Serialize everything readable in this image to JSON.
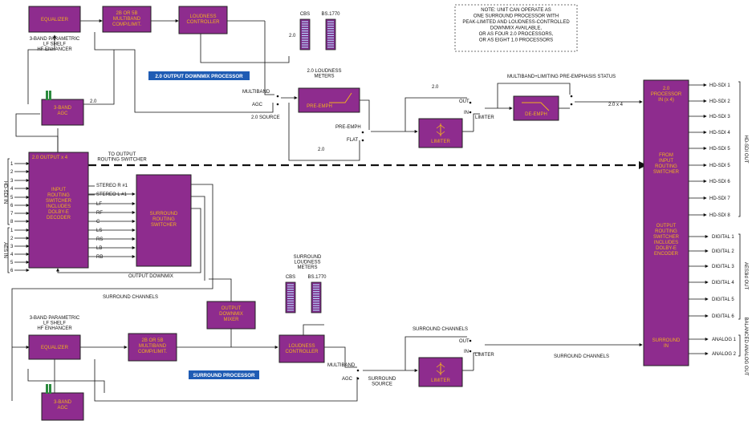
{
  "blocks": {
    "eq_top": [
      "EQUALIZER"
    ],
    "mb_top": [
      "2B OR 5B",
      "MULTIBAND",
      "COMP/LIMIT."
    ],
    "loud_top": [
      "LOUDNESS",
      "CONTROLLER"
    ],
    "agc_top": [
      "3-BAND",
      "AGC"
    ],
    "preemph": [
      "PRE-EMPH"
    ],
    "limiter_top": [
      "LIMITER"
    ],
    "deemph": [
      "DE-EMPH"
    ],
    "out_x4": [
      "2.0 OUTPUT x 4"
    ],
    "input_routing": [
      "INPUT",
      "ROUTING",
      "SWITCHER",
      "",
      "INCLUDES",
      "DOLBY-E",
      "DECODER"
    ],
    "surround_routing": [
      "SURROUND",
      "ROUTING",
      "SWITCHER"
    ],
    "proc_top": [
      "2.0",
      "PROCESSOR",
      "IN (x 4)"
    ],
    "from_input": [
      "FROM",
      "INPUT",
      "ROUTING",
      "SWITCHER"
    ],
    "output_routing": [
      "OUTPUT",
      "ROUTING",
      "SWITCHER",
      "",
      "INCLUDES",
      "DOLBY-E",
      "ENCODER"
    ],
    "surround_in": [
      "SURROUND",
      "IN"
    ],
    "downmix_mixer": [
      "OUTPUT",
      "DOWNMIX",
      "MIXER"
    ],
    "eq_bot": [
      "EQUALIZER"
    ],
    "mb_bot": [
      "2B OR 5B",
      "MULTIBAND",
      "COMP/LIMIT."
    ],
    "loud_bot": [
      "LOUDNESS",
      "CONTROLLER"
    ],
    "limiter_bot": [
      "LIMITER"
    ],
    "agc_bot": [
      "3-BAND",
      "AGC"
    ]
  },
  "titles": {
    "downmix_processor": "2.0 OUTPUT DOWNMIX PROCESSOR",
    "surround_processor": "SURROUND PROCESSOR"
  },
  "note": [
    "NOTE: UNIT CAN OPERATE AS",
    "ONE SURROUND PROCESSOR WITH",
    "PEAK-LIMITED AND LOUDNESS-CONTROLLED",
    "DOWNMIX AVAILABLE,",
    "OR AS FOUR 2.0 PROCESSORS,",
    "OR AS EIGHT 1.0 PROCESSORS"
  ],
  "labels": {
    "enh_top": [
      "3-BAND PARAMETRIC",
      "LF SHELF",
      "HF ENHANCER"
    ],
    "enh_bot": [
      "3-BAND PARAMETRIC",
      "LF SHELF",
      "HF ENHANCER"
    ],
    "loud_meters_top": [
      "2.0 LOUDNESS",
      "METERS"
    ],
    "loud_meters_bot": [
      "SURROUND",
      "LOUDNESS",
      "METERS"
    ],
    "mb_status": "MULTIBAND+LIMITING PRE-EMPHASIS STATUS",
    "to_output": [
      "TO OUTPUT",
      "ROUTING SWITCHER"
    ],
    "output_downmix": "OUTPUT DOWNMIX",
    "surround_channels_left": "SURROUND CHANNELS",
    "surround_channels_mid": "SURROUND CHANNELS",
    "surround_channels_right": "SURROUND CHANNELS",
    "source_20": "2.0 SOURCE",
    "agc_top": "AGC",
    "multiband_top": "MULTIBAND",
    "multiband_bot": "MULTIBAND",
    "agc_bot": "AGC",
    "surround_source": [
      "SURROUND",
      "SOURCE"
    ],
    "pre_emph": "PRE-EMPH",
    "flat": "FLAT",
    "out_top": "OUT",
    "in_top": "IN",
    "limiter_sw_top": "LIMITER",
    "out_bot": "OUT",
    "in_bot": "IN",
    "limiter_sw_bot": "LIMITER",
    "v20_agc": "2.0",
    "v20_upper": "2.0",
    "v20_flat": "2.0",
    "v20_meter": "2.0",
    "v20x4": "2.0 x 4",
    "cbs_top": "CBS",
    "bs_top": "BS.1770",
    "cbs_bot": "CBS",
    "bs_bot": "BS.1770"
  },
  "hd_in_nums": [
    "1",
    "2",
    "3",
    "4",
    "5",
    "6",
    "7",
    "8"
  ],
  "aes_in_nums": [
    "1",
    "2",
    "3",
    "4",
    "5",
    "6"
  ],
  "side_labels": {
    "hd_in": "HD-SDI IN",
    "aes_in": "AES IN",
    "hd_out": "HD-SDI OUT",
    "aes_out": "AES3id OUT",
    "analog_out": "BALANCED ANALOG OUT"
  },
  "channels": [
    "STEREO R #1",
    "STEREO L #1",
    "LF",
    "RF",
    "C",
    "LS",
    "RS",
    "LB",
    "RB"
  ],
  "hd_out": [
    "HD-SDI 1",
    "HD-SDI 2",
    "HD-SDI 3",
    "HD-SDI 4",
    "HD-SDI 5",
    "HD-SDI 5",
    "HD-SDI 6",
    "HD-SDI 7",
    "HD-SDI 8"
  ],
  "digital_out": [
    "DIGITAL 1",
    "DIGITAL 2",
    "DIGITAL 3",
    "DIGITAL 4",
    "DIGITAL 5",
    "DIGITAL 6"
  ],
  "analog_out": [
    "ANALOG 1",
    "ANALOG 2"
  ],
  "colors": {
    "block": "#8e2c8e",
    "block_text": "#f2b01e",
    "title_bar": "#1f5cb4",
    "meter_bar": "#b8d4ff"
  }
}
